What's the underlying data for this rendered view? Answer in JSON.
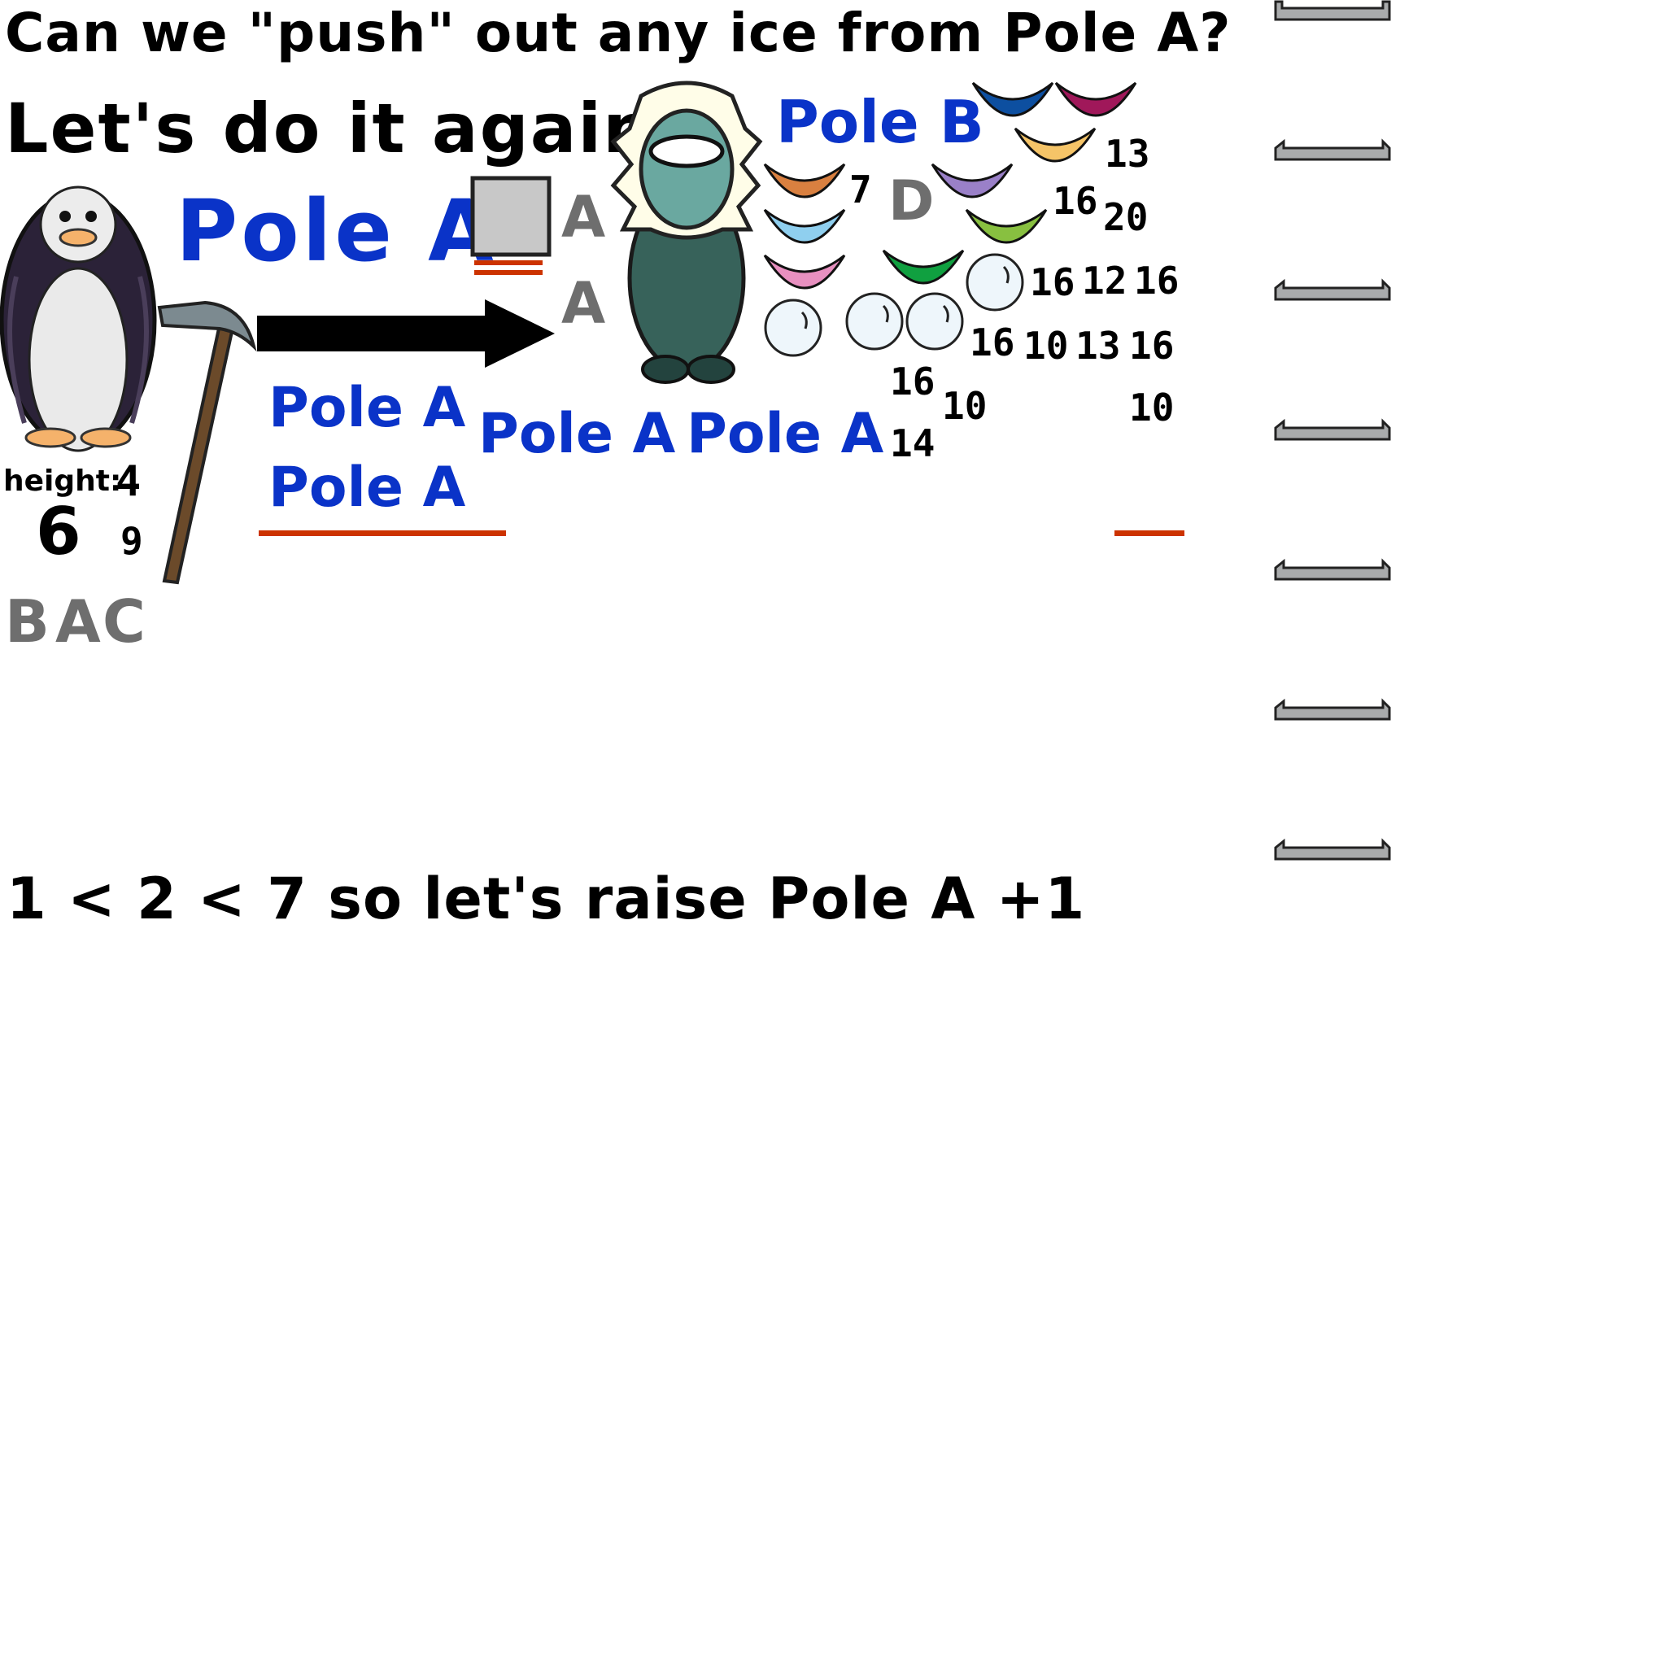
{
  "header": {
    "question": "Can we \"push\" out any ice from Pole A?",
    "subtitle": "Let's do it again"
  },
  "penguin": {
    "height_label": "height:",
    "height_value": "4",
    "big_number": "6",
    "small_number": "9",
    "letters": [
      "B",
      "A",
      "C"
    ]
  },
  "poles": {
    "main_label": "Pole A",
    "stack_labels": [
      "Pole A",
      "Pole A"
    ],
    "row_labels": [
      "Pole A",
      "Pole A"
    ],
    "pole_b_label": "Pole B",
    "side_letters": [
      "A",
      "A"
    ],
    "d_letter": "D"
  },
  "numbers": {
    "n7": "7",
    "n13": "13",
    "n16a": "16",
    "n20": "20",
    "n16b": "16",
    "n12": "12",
    "n16c": "16",
    "n16d": "16",
    "n10a": "10",
    "n13b": "13",
    "n16e": "16",
    "n16f": "16",
    "n10b": "10",
    "n10c": "10",
    "n14": "14"
  },
  "footer": {
    "conclusion": "1 < 2 < 7 so let's raise Pole A +1"
  },
  "colors": {
    "blue_text": "#0a33c8",
    "gray_letters": "#6e6e6e",
    "red_line": "#cc3300",
    "bowls": [
      "#0d4fa0",
      "#a0185a",
      "#f5c468",
      "#d98040",
      "#9a80c8",
      "#8fcfef",
      "#88c040",
      "#e890c0",
      "#10a040"
    ]
  },
  "icons": [
    "penguin-icon",
    "ice-pick-icon",
    "arrow-right-icon",
    "eskimo-icon",
    "ice-bowl-icon",
    "snowball-icon",
    "ice-block-icon",
    "shelf-bracket-icon"
  ]
}
